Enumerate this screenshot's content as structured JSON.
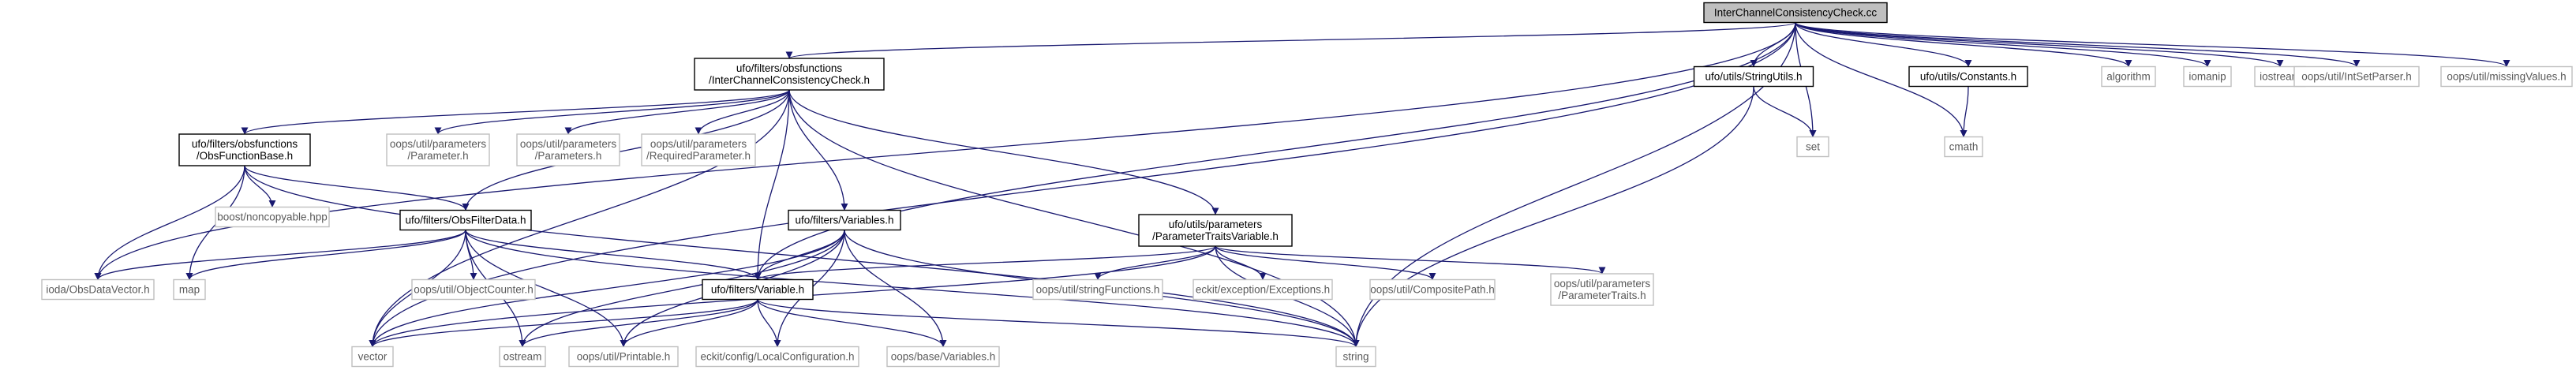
{
  "diagram": {
    "nodes": [
      {
        "id": "root",
        "kind": "root",
        "lines": [
          "InterChannelConsistencyCheck.cc"
        ]
      },
      {
        "id": "ich",
        "kind": "doc",
        "lines": [
          "ufo/filters/obsfunctions",
          "/InterChannelConsistencyCheck.h"
        ]
      },
      {
        "id": "strutils",
        "kind": "doc",
        "lines": [
          "ufo/utils/StringUtils.h"
        ]
      },
      {
        "id": "constants",
        "kind": "doc",
        "lines": [
          "ufo/utils/Constants.h"
        ]
      },
      {
        "id": "algorithm",
        "kind": "ext",
        "lines": [
          "algorithm"
        ]
      },
      {
        "id": "iomanip",
        "kind": "ext",
        "lines": [
          "iomanip"
        ]
      },
      {
        "id": "iostream",
        "kind": "ext",
        "lines": [
          "iostream"
        ]
      },
      {
        "id": "intset",
        "kind": "ext",
        "lines": [
          "oops/util/IntSetParser.h"
        ]
      },
      {
        "id": "missing",
        "kind": "ext",
        "lines": [
          "oops/util/missingValues.h"
        ]
      },
      {
        "id": "set",
        "kind": "ext",
        "lines": [
          "set"
        ]
      },
      {
        "id": "cmath",
        "kind": "ext",
        "lines": [
          "cmath"
        ]
      },
      {
        "id": "obsfuncbase",
        "kind": "doc",
        "lines": [
          "ufo/filters/obsfunctions",
          "/ObsFunctionBase.h"
        ]
      },
      {
        "id": "param",
        "kind": "ext",
        "lines": [
          "oops/util/parameters",
          "/Parameter.h"
        ]
      },
      {
        "id": "params",
        "kind": "ext",
        "lines": [
          "oops/util/parameters",
          "/Parameters.h"
        ]
      },
      {
        "id": "reqparam",
        "kind": "ext",
        "lines": [
          "oops/util/parameters",
          "/RequiredParameter.h"
        ]
      },
      {
        "id": "ptv",
        "kind": "doc",
        "lines": [
          "ufo/utils/parameters",
          "/ParameterTraitsVariable.h"
        ]
      },
      {
        "id": "noncopy",
        "kind": "ext",
        "lines": [
          "boost/noncopyable.hpp"
        ]
      },
      {
        "id": "obsfilterdata",
        "kind": "doc",
        "lines": [
          "ufo/filters/ObsFilterData.h"
        ]
      },
      {
        "id": "variables",
        "kind": "doc",
        "lines": [
          "ufo/filters/Variables.h"
        ]
      },
      {
        "id": "iodavec",
        "kind": "ext",
        "lines": [
          "ioda/ObsDataVector.h"
        ]
      },
      {
        "id": "map",
        "kind": "ext",
        "lines": [
          "map"
        ]
      },
      {
        "id": "objcounter",
        "kind": "ext",
        "lines": [
          "oops/util/ObjectCounter.h"
        ]
      },
      {
        "id": "variable",
        "kind": "doc",
        "lines": [
          "ufo/filters/Variable.h"
        ]
      },
      {
        "id": "strfuncs",
        "kind": "ext",
        "lines": [
          "oops/util/stringFunctions.h"
        ]
      },
      {
        "id": "exceptions",
        "kind": "ext",
        "lines": [
          "eckit/exception/Exceptions.h"
        ]
      },
      {
        "id": "comppath",
        "kind": "ext",
        "lines": [
          "oops/util/CompositePath.h"
        ]
      },
      {
        "id": "paramtraits",
        "kind": "ext",
        "lines": [
          "oops/util/parameters",
          "/ParameterTraits.h"
        ]
      },
      {
        "id": "vector",
        "kind": "ext",
        "lines": [
          "vector"
        ]
      },
      {
        "id": "ostream",
        "kind": "ext",
        "lines": [
          "ostream"
        ]
      },
      {
        "id": "printable",
        "kind": "ext",
        "lines": [
          "oops/util/Printable.h"
        ]
      },
      {
        "id": "localconf",
        "kind": "ext",
        "lines": [
          "eckit/config/LocalConfiguration.h"
        ]
      },
      {
        "id": "oopsvars",
        "kind": "ext",
        "lines": [
          "oops/base/Variables.h"
        ]
      },
      {
        "id": "string",
        "kind": "ext",
        "lines": [
          "string"
        ]
      }
    ],
    "edges": [
      [
        "root",
        "ich"
      ],
      [
        "root",
        "strutils"
      ],
      [
        "root",
        "constants"
      ],
      [
        "root",
        "algorithm"
      ],
      [
        "root",
        "iomanip"
      ],
      [
        "root",
        "iostream"
      ],
      [
        "root",
        "intset"
      ],
      [
        "root",
        "missing"
      ],
      [
        "root",
        "set"
      ],
      [
        "root",
        "cmath"
      ],
      [
        "root",
        "iodavec"
      ],
      [
        "root",
        "vector"
      ],
      [
        "root",
        "variable"
      ],
      [
        "root",
        "string"
      ],
      [
        "strutils",
        "set"
      ],
      [
        "strutils",
        "string"
      ],
      [
        "constants",
        "cmath"
      ],
      [
        "ich",
        "obsfuncbase"
      ],
      [
        "ich",
        "param"
      ],
      [
        "ich",
        "params"
      ],
      [
        "ich",
        "reqparam"
      ],
      [
        "ich",
        "ptv"
      ],
      [
        "ich",
        "obsfilterdata"
      ],
      [
        "ich",
        "variables"
      ],
      [
        "ich",
        "variable"
      ],
      [
        "ich",
        "vector"
      ],
      [
        "ich",
        "string"
      ],
      [
        "obsfuncbase",
        "noncopy"
      ],
      [
        "obsfuncbase",
        "obsfilterdata"
      ],
      [
        "obsfuncbase",
        "iodavec"
      ],
      [
        "obsfuncbase",
        "map"
      ],
      [
        "obsfuncbase",
        "string"
      ],
      [
        "obsfilterdata",
        "iodavec"
      ],
      [
        "obsfilterdata",
        "map"
      ],
      [
        "obsfilterdata",
        "objcounter"
      ],
      [
        "obsfilterdata",
        "variable"
      ],
      [
        "obsfilterdata",
        "vector"
      ],
      [
        "obsfilterdata",
        "ostream"
      ],
      [
        "obsfilterdata",
        "printable"
      ],
      [
        "obsfilterdata",
        "string"
      ],
      [
        "variables",
        "variable"
      ],
      [
        "variables",
        "vector"
      ],
      [
        "variables",
        "ostream"
      ],
      [
        "variables",
        "printable"
      ],
      [
        "variables",
        "localconf"
      ],
      [
        "variables",
        "oopsvars"
      ],
      [
        "variables",
        "string"
      ],
      [
        "ptv",
        "variable"
      ],
      [
        "ptv",
        "strfuncs"
      ],
      [
        "ptv",
        "exceptions"
      ],
      [
        "ptv",
        "comppath"
      ],
      [
        "ptv",
        "paramtraits"
      ],
      [
        "ptv",
        "string"
      ],
      [
        "ptv",
        "vector"
      ],
      [
        "variable",
        "vector"
      ],
      [
        "variable",
        "ostream"
      ],
      [
        "variable",
        "printable"
      ],
      [
        "variable",
        "localconf"
      ],
      [
        "variable",
        "oopsvars"
      ],
      [
        "variable",
        "string"
      ]
    ]
  }
}
